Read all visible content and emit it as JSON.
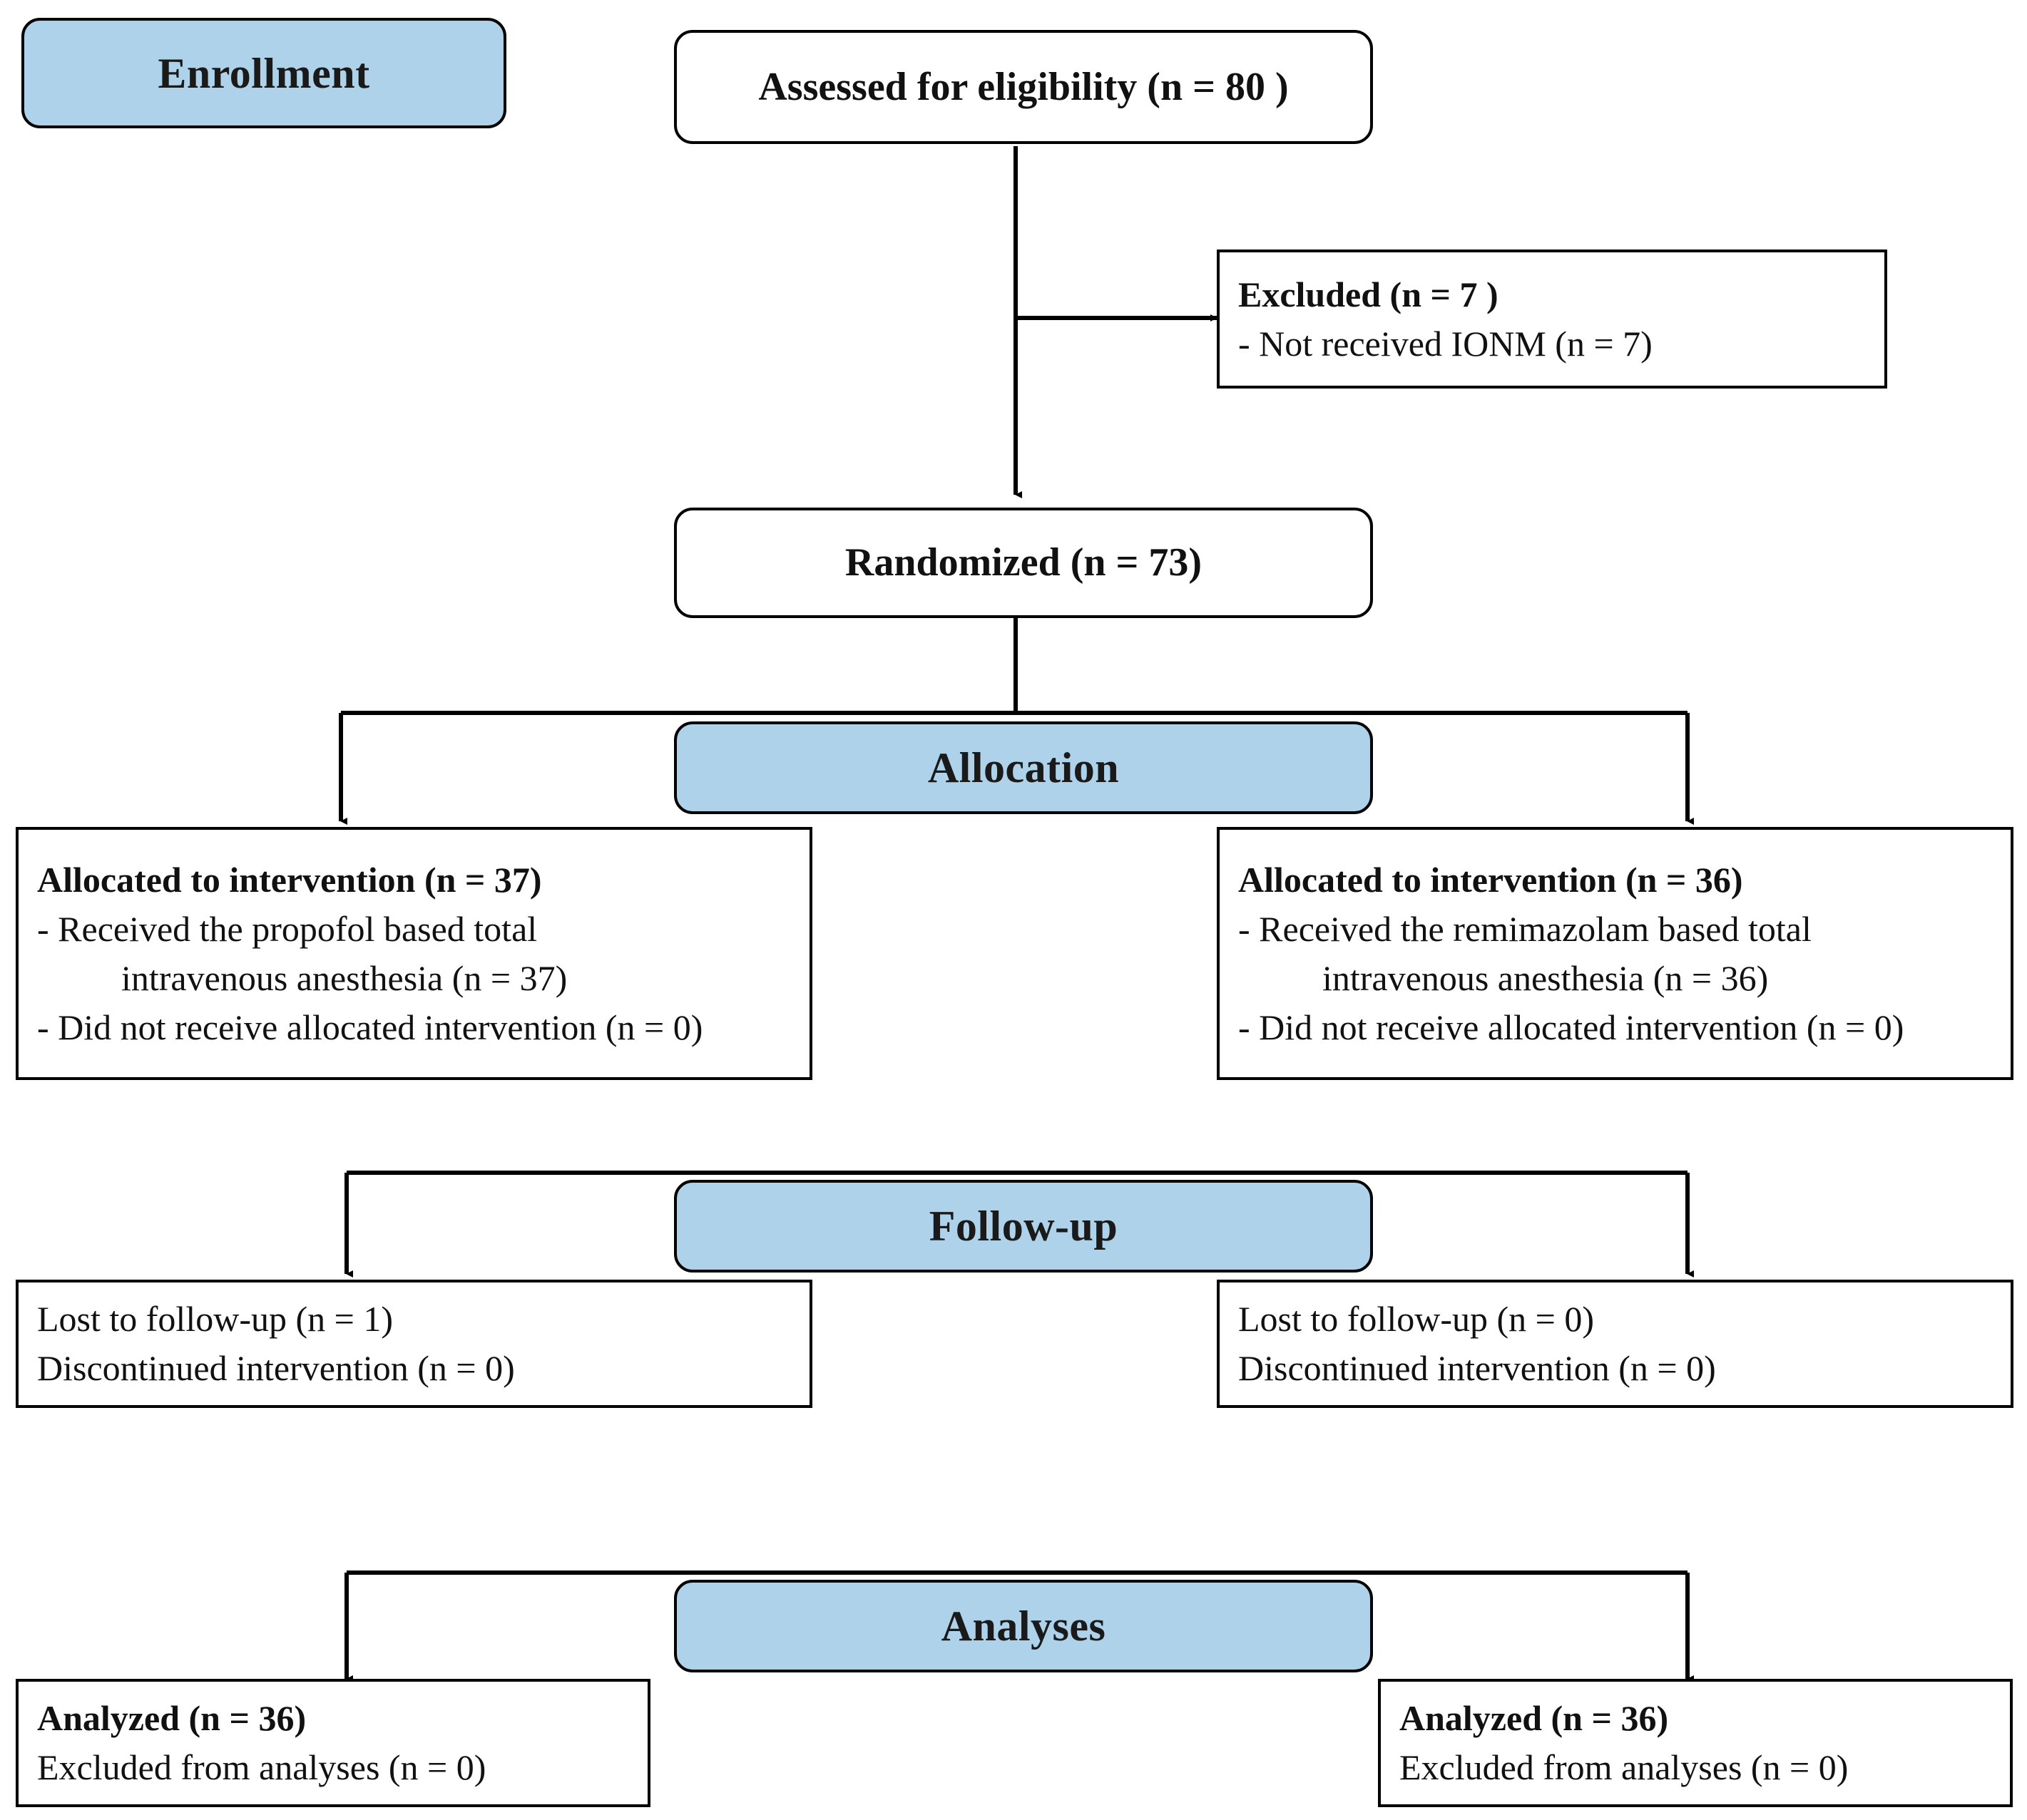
{
  "diagram": {
    "type": "consort-flow-diagram",
    "accent_color": "#ADD2EA",
    "line_color": "#000000",
    "background": "#FFFFFF"
  },
  "stages": {
    "enrollment": "Enrollment",
    "allocation": "Allocation",
    "followup": "Follow-up",
    "analyses": "Analyses"
  },
  "enrollment": {
    "assessed": "Assessed for eligibility (n = 80 )",
    "excluded_title": "Excluded  (n = 7 )",
    "excluded_reason": "- Not received IONM (n = 7)",
    "randomized": "Randomized (n = 73)"
  },
  "allocation": {
    "left": {
      "title": "Allocated to intervention (n = 37)",
      "line1": "-  Received the propofol based total",
      "line2": "intravenous  anesthesia (n = 37)",
      "line3": "- Did not receive allocated intervention (n = 0)"
    },
    "right": {
      "title": "Allocated to intervention (n = 36)",
      "line1": "-  Received the remimazolam based total",
      "line2": "intravenous  anesthesia (n = 36)",
      "line3": "- Did not receive allocated intervention (n = 0)"
    }
  },
  "followup": {
    "left": {
      "line1": "Lost to follow-up (n = 1)",
      "line2": "Discontinued intervention (n = 0)"
    },
    "right": {
      "line1": "Lost to follow-up (n = 0)",
      "line2": "Discontinued intervention (n = 0)"
    }
  },
  "analyses": {
    "left": {
      "line1": "Analyzed (n = 36)",
      "line2": "Excluded from analyses (n = 0)"
    },
    "right": {
      "line1": "Analyzed (n = 36)",
      "line2": "Excluded from analyses (n = 0)"
    }
  }
}
